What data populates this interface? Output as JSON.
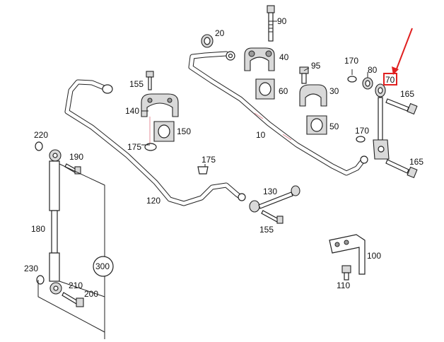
{
  "labels": {
    "p10": "10",
    "p20": "20",
    "p30": "30",
    "p40": "40",
    "p50": "50",
    "p60": "60",
    "p70": "70",
    "p80": "80",
    "p90": "90",
    "p95": "95",
    "p100": "100",
    "p110": "110",
    "p120": "120",
    "p130": "130",
    "p140": "140",
    "p150": "150",
    "p155a": "155",
    "p155b": "155",
    "p165a": "165",
    "p165b": "165",
    "p170a": "170",
    "p170b": "170",
    "p175a": "175",
    "p175b": "175",
    "p180": "180",
    "p190": "190",
    "p200": "200",
    "p210": "210",
    "p220": "220",
    "p230": "230",
    "p300": "300"
  },
  "highlight": {
    "part": "70",
    "color": "#e02020"
  }
}
